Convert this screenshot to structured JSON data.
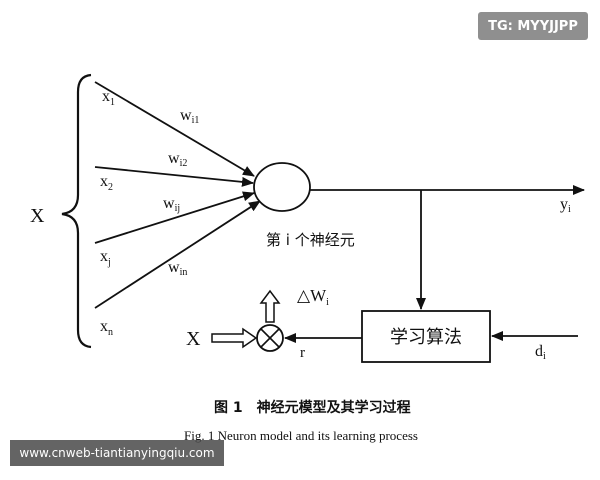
{
  "badge": "TG: MYYJJPP",
  "watermark": "www.cnweb-tiantianyingqiu.com",
  "labels": {
    "X_input": "X",
    "x1": "x",
    "x1_sub": "1",
    "x2": "x",
    "x2_sub": "2",
    "xj": "x",
    "xj_sub": "j",
    "xn": "x",
    "xn_sub": "n",
    "wi1": "w",
    "wi1_sub": "i1",
    "wi2": "w",
    "wi2_sub": "i2",
    "wij": "w",
    "wij_sub": "ij",
    "win": "w",
    "win_sub": "in",
    "yi": "y",
    "yi_sub": "i",
    "neuron": "第 i 个神经元",
    "delta_w": "△W",
    "delta_w_sub": "i",
    "learning_box": "学习算法",
    "X_bottom": "X",
    "r": "r",
    "d": "d",
    "d_sub": "i"
  },
  "caption_cn": "图 1　神经元模型及其学习过程",
  "caption_en": "Fig. 1   Neuron model and its learning process"
}
